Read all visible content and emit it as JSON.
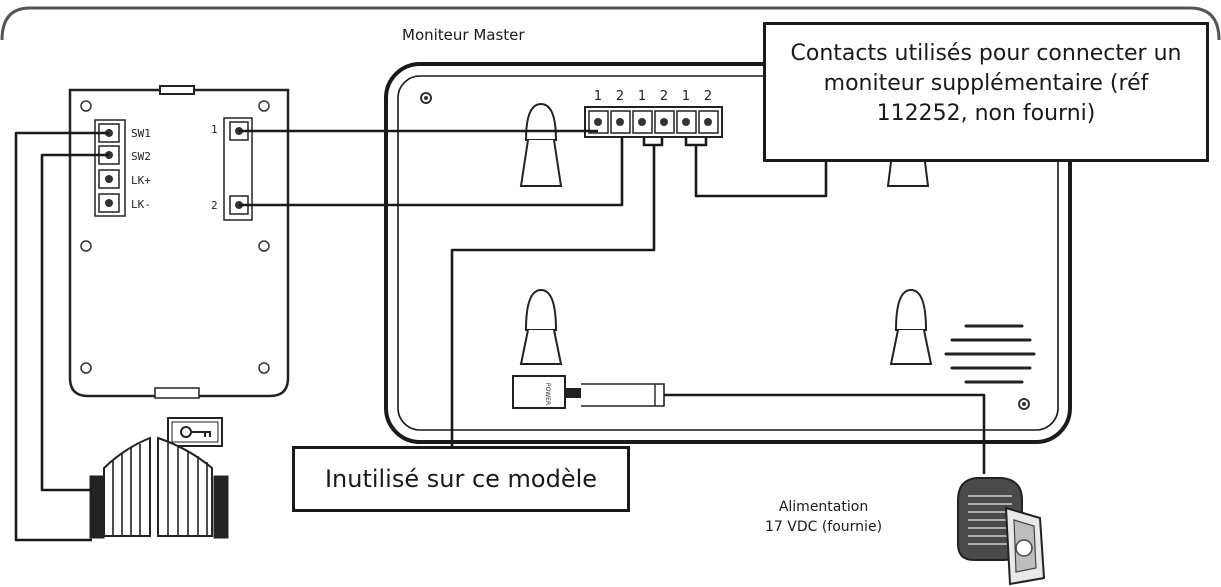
{
  "monitor": {
    "title": "Moniteur Master"
  },
  "terminal_block": {
    "labels": [
      "1",
      "2",
      "1",
      "2",
      "1",
      "2"
    ]
  },
  "door_station": {
    "terminals": [
      "SW1",
      "SW2",
      "LK+",
      "LK-"
    ],
    "bus_terminals": [
      "1",
      "2"
    ]
  },
  "callouts": {
    "contacts": "Contacts utilisés pour connecter un moniteur supplémentaire (réf 112252, non fourni)",
    "unused": "Inutilisé sur ce modèle"
  },
  "power": {
    "label_line1": "Alimentation",
    "label_line2": "17 VDC (fournie)",
    "plug_text": "POWER"
  },
  "colors": {
    "line": "#1a1a1a",
    "background": "#ffffff"
  }
}
